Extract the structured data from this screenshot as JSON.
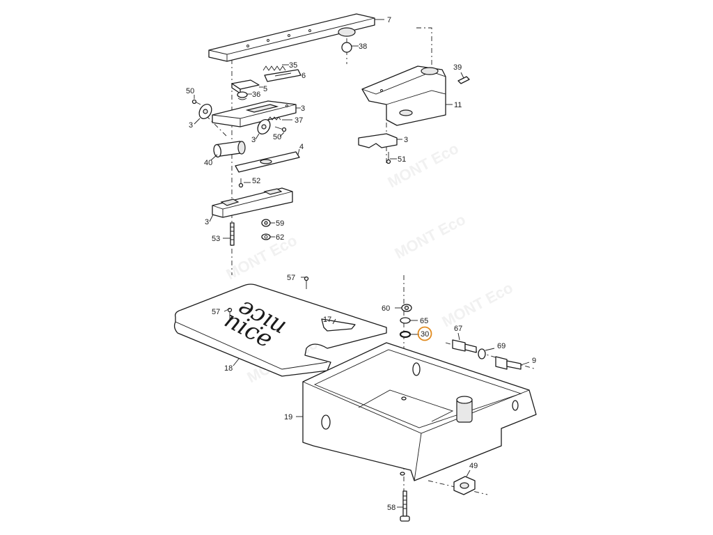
{
  "diagram": {
    "watermark": "MONT Eco",
    "plate_logo": "nice",
    "highlight_color": "#e08a1e",
    "highlighted_part": "30",
    "parts": {
      "p7": "7",
      "p38": "38",
      "p35": "35",
      "p6": "6",
      "p5": "5",
      "p36": "36",
      "p50a": "50",
      "p3a": "3",
      "p3b": "3",
      "p37": "37",
      "p3c": "3",
      "p50b": "50",
      "p4": "4",
      "p40": "40",
      "p52": "52",
      "p3d": "3",
      "p59": "59",
      "p53": "53",
      "p62": "62",
      "p39": "39",
      "p11": "11",
      "p3e": "3",
      "p51": "51",
      "p57a": "57",
      "p57b": "57",
      "p17": "17",
      "p18": "18",
      "p60": "60",
      "p65": "65",
      "p30": "30",
      "p67": "67",
      "p69": "69",
      "p9": "9",
      "p19": "19",
      "p49": "49",
      "p58": "58"
    }
  }
}
